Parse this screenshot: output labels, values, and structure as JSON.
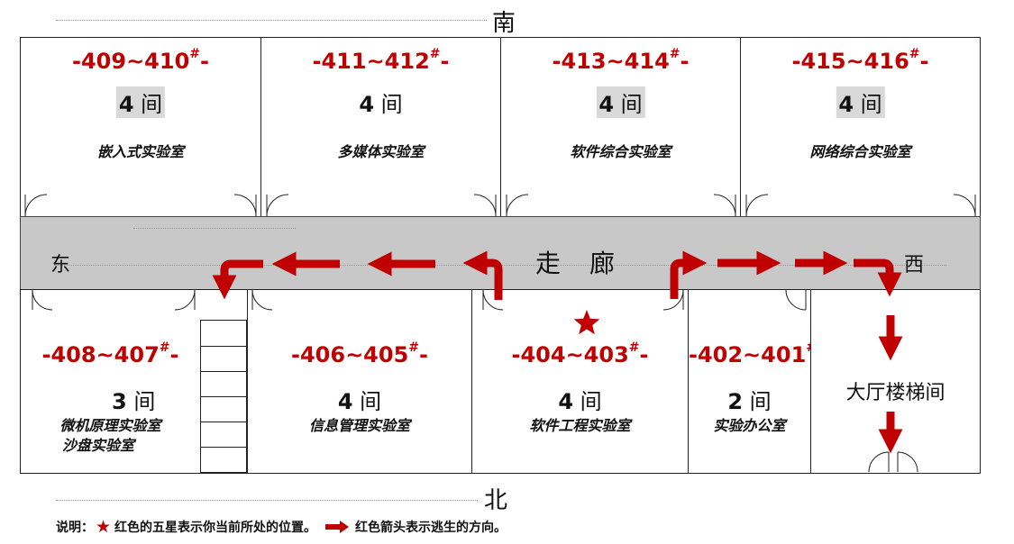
{
  "compass": {
    "south": "南",
    "north": "北",
    "east": "东",
    "west": "西"
  },
  "corridor": {
    "label_1": "走",
    "label_2": "廊"
  },
  "south_rooms": [
    {
      "number": "-409~410",
      "suffix": "-",
      "count": "4",
      "unit": "间",
      "name": "嵌入式实验室"
    },
    {
      "number": "-411~412",
      "suffix": "-",
      "count": "4",
      "unit": "间",
      "name": "多媒体实验室"
    },
    {
      "number": "-413~414",
      "suffix": "-",
      "count": "4",
      "unit": "间",
      "name": "软件综合实验室"
    },
    {
      "number": "-415~416",
      "suffix": "-",
      "count": "4",
      "unit": "间",
      "name": "网络综合实验室"
    }
  ],
  "north_rooms": [
    {
      "number": "-408~407",
      "suffix": "-",
      "count": "3",
      "unit": "间",
      "name": "微机原理实验室",
      "name2": "沙盘实验室"
    },
    {
      "number": "-406~405",
      "suffix": "-",
      "count": "4",
      "unit": "间",
      "name": "信息管理实验室"
    },
    {
      "number": "-404~403",
      "suffix": "-",
      "count": "4",
      "unit": "间",
      "name": "软件工程实验室"
    },
    {
      "number": "-402~401",
      "suffix": "",
      "count": "2",
      "unit": "间",
      "name": "实验办公室"
    },
    {
      "name": "大厅楼梯间"
    }
  ],
  "hash_mark": "#",
  "legend": {
    "prefix": "说明：",
    "star_text": "红色的五星表示你当前所处的位置。",
    "arrow_text": "红色箭头表示逃生的方向。"
  },
  "colors": {
    "accent": "#c00000",
    "corridor": "#c8c8c8"
  },
  "icons": {
    "star": "star-icon",
    "arrow": "arrow-right-icon",
    "door": "door-icon"
  }
}
